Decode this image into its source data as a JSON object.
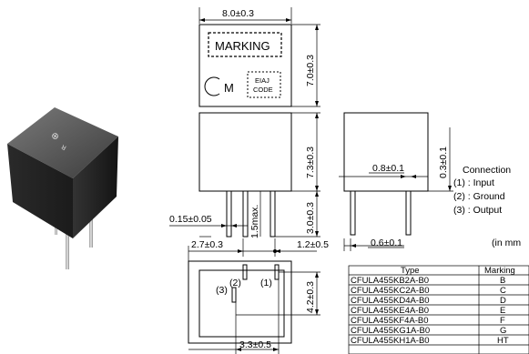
{
  "top_view": {
    "width_dim": "8.0±0.3",
    "height_dim": "7.0±0.3",
    "marking_label": "MARKING",
    "logo_letter": "M",
    "code_line1": "EIAJ",
    "code_line2": "CODE"
  },
  "front_view": {
    "height_dim": "7.3±0.3",
    "lead_length_dim": "3.0±0.3",
    "lead_width_dim": "0.15±0.05",
    "max_dim": "1.5max.",
    "bottom_left_dim": "2.7±0.3",
    "bottom_right_dim": "1.2±0.5"
  },
  "side_view": {
    "lead_spacing_dim": "0.8±0.1",
    "top_dim": "0.3±0.1",
    "bottom_dim": "0.6±0.1"
  },
  "bottom_view": {
    "pin1": "(1)",
    "pin2": "(2)",
    "pin3": "(3)",
    "height_dim": "4.2±0.3",
    "width_dim": "3.3±0.5"
  },
  "connection": {
    "title": "Connection",
    "items": [
      "(1) : Input",
      "(2) : Ground",
      "(3) : Output"
    ]
  },
  "units": "(in mm",
  "table": {
    "headers": [
      "Type",
      "Marking"
    ],
    "rows": [
      [
        "CFULA455KB2A-B0",
        "B"
      ],
      [
        "CFULA455KC2A-B0",
        "C"
      ],
      [
        "CFULA455KD4A-B0",
        "D"
      ],
      [
        "CFULA455KE4A-B0",
        "E"
      ],
      [
        "CFULA455KF4A-B0",
        "F"
      ],
      [
        "CFULA455KG1A-B0",
        "G"
      ],
      [
        "CFULA455KH1A-B0",
        "HT"
      ]
    ]
  },
  "colors": {
    "line": "#000000",
    "background": "#ffffff"
  }
}
